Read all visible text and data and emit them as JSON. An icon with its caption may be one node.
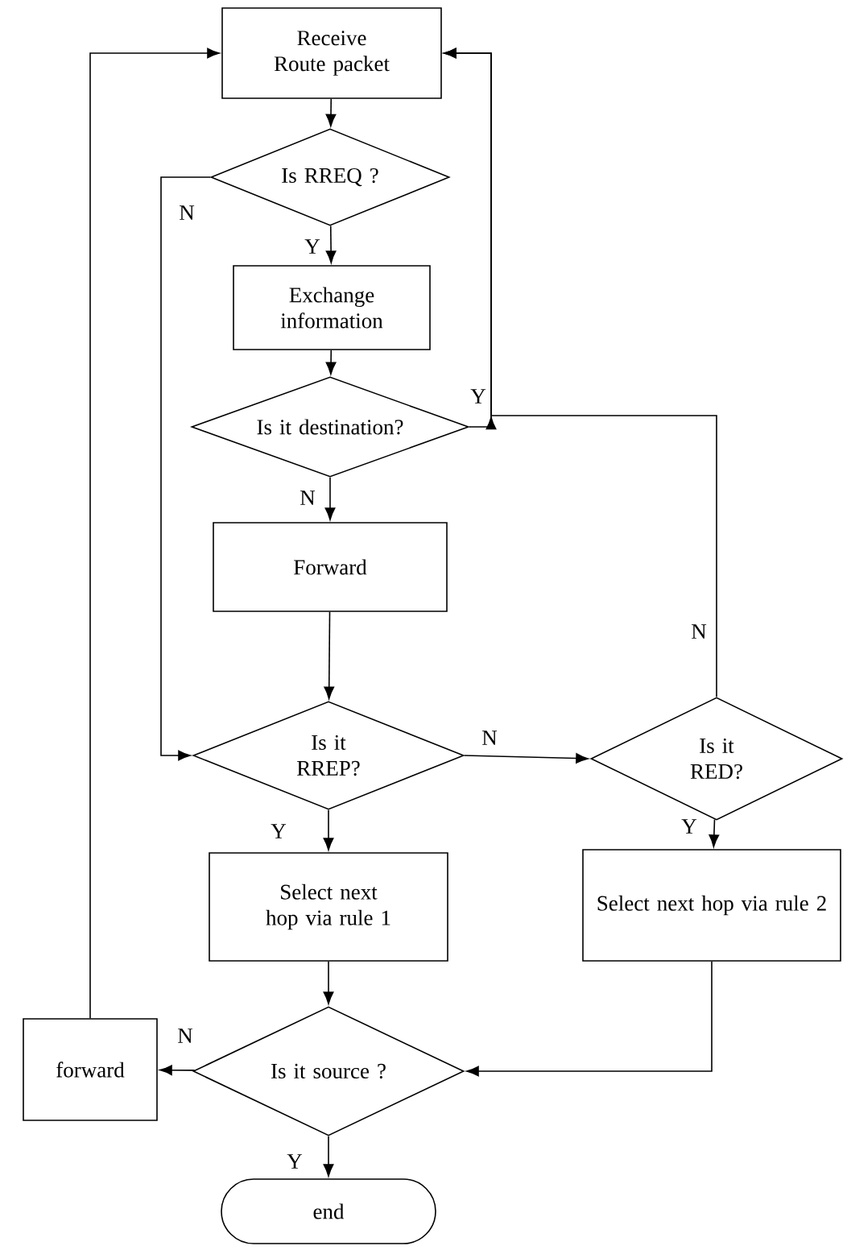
{
  "diagram": {
    "nodes": [
      {
        "text": [
          "Receive Route packet"
        ]
      },
      {
        "text": [
          "Is RREQ ?"
        ]
      },
      {
        "text": [
          "Exchange information"
        ]
      },
      {
        "text": [
          "Is it destination?"
        ]
      },
      {
        "text": [
          "Forward"
        ]
      },
      {
        "text": [
          "Is it RREP?"
        ]
      },
      {
        "text": [
          "Is it RED?"
        ]
      },
      {
        "text": [
          "Select next hop via rule 1"
        ]
      },
      {
        "text": [
          "Select next hop via rule 2"
        ]
      },
      {
        "text": [
          "Is it source ?"
        ]
      },
      {
        "text": [
          "forward"
        ]
      },
      {
        "text": [
          "end"
        ]
      }
    ],
    "edges": [
      {
        "from": 0,
        "to": 1,
        "arrow": "to"
      },
      {
        "from": 1,
        "to": 2,
        "arrow": "to",
        "label": "Y"
      },
      {
        "from": 1,
        "to": 5,
        "arrow": "to",
        "label": "N"
      },
      {
        "from": 2,
        "to": 3,
        "arrow": "to"
      },
      {
        "from": 3,
        "to": 0,
        "arrow": "to",
        "label": "Y"
      },
      {
        "from": 3,
        "to": 4,
        "arrow": "to",
        "label": "N"
      },
      {
        "from": 4,
        "to": 5,
        "arrow": "to"
      },
      {
        "from": 5,
        "to": 6,
        "arrow": "to",
        "label": "N"
      },
      {
        "from": 5,
        "to": 7,
        "arrow": "to",
        "label": "Y"
      },
      {
        "from": 6,
        "to": 8,
        "arrow": "to",
        "label": "Y"
      },
      {
        "from": 6,
        "to": 0,
        "arrow": "to",
        "label": "N"
      },
      {
        "from": 7,
        "to": 9,
        "arrow": "to"
      },
      {
        "from": 8,
        "to": 9,
        "arrow": "to"
      },
      {
        "from": 9,
        "to": 10,
        "arrow": "to",
        "label": "N"
      },
      {
        "from": 10,
        "to": 0,
        "arrow": "to"
      },
      {
        "from": 9,
        "to": 11,
        "arrow": "to",
        "label": "Y"
      }
    ]
  }
}
